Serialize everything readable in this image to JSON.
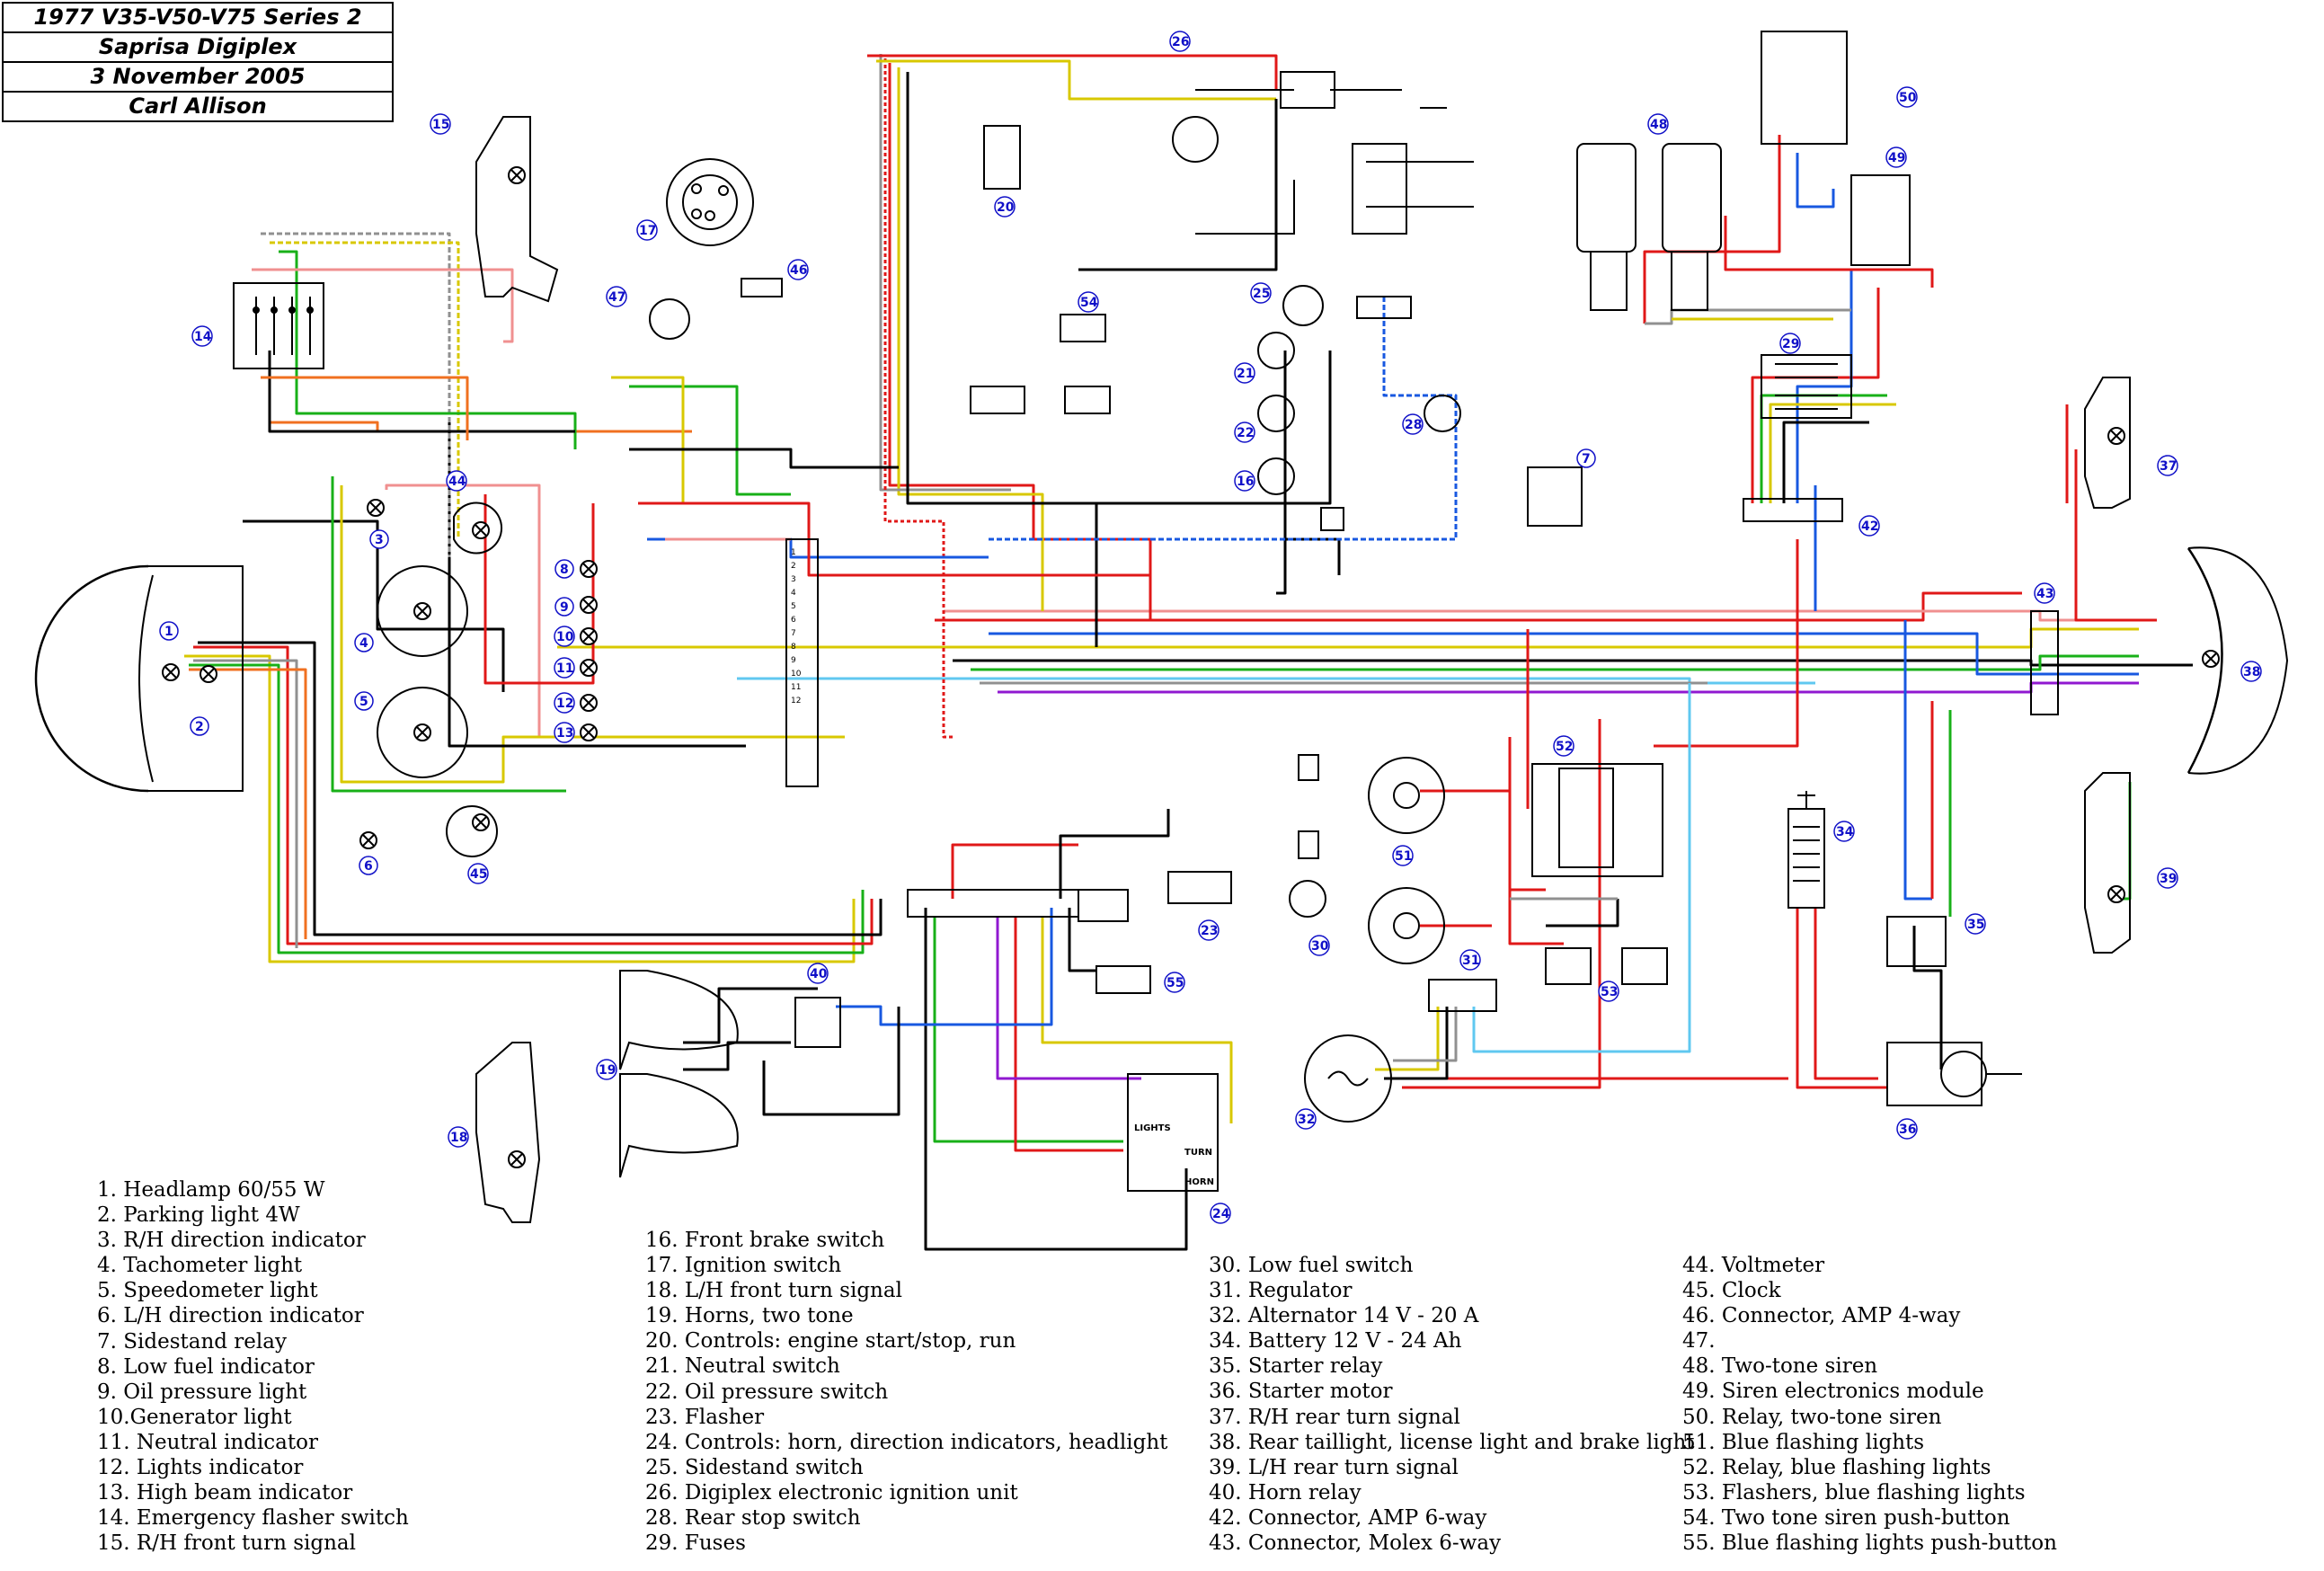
{
  "title_block": {
    "line1": "1977 V35-V50-V75 Series 2",
    "line2": "Saprisa Digiplex",
    "line3": "3 November 2005",
    "line4": "Carl Allison"
  },
  "component_numbers": {
    "c1": "1",
    "c2": "2",
    "c3": "3",
    "c4": "4",
    "c5": "5",
    "c6": "6",
    "c7": "7",
    "c8": "8",
    "c9": "9",
    "c10": "10",
    "c11": "11",
    "c12": "12",
    "c13": "13",
    "c14": "14",
    "c15": "15",
    "c16": "16",
    "c17": "17",
    "c18": "18",
    "c19": "19",
    "c20": "20",
    "c21": "21",
    "c22": "22",
    "c23": "23",
    "c24": "24",
    "c25": "25",
    "c26": "26",
    "c28": "28",
    "c29": "29",
    "c30": "30",
    "c31": "31",
    "c32": "32",
    "c34": "34",
    "c35": "35",
    "c36": "36",
    "c37": "37",
    "c38": "38",
    "c39": "39",
    "c40": "40",
    "c42": "42",
    "c43": "43",
    "c44": "44",
    "c45": "45",
    "c46": "46",
    "c47": "47",
    "c48": "48",
    "c49": "49",
    "c50": "50",
    "c51": "51",
    "c52": "52",
    "c53": "53",
    "c54": "54",
    "c55": "55"
  },
  "switch_labels": {
    "lights": "LIGHTS",
    "turn": "TURN",
    "horn": "HORN"
  },
  "wire_colors": {
    "red": "#e01818",
    "black": "#000000",
    "green": "#18b018",
    "yellow": "#d8c800",
    "blue": "#1858e0",
    "light_blue": "#60c8f0",
    "pink": "#f09090",
    "orange": "#f07020",
    "purple": "#9018d0",
    "grey": "#909090",
    "brown": "#8b4513"
  },
  "legend": {
    "col1": [
      " 1. Headlamp 60/55 W",
      " 2. Parking light 4W",
      " 3. R/H direction indicator",
      " 4. Tachometer light",
      " 5. Speedometer light",
      " 6. L/H direction indicator",
      " 7. Sidestand relay",
      " 8. Low fuel indicator",
      " 9. Oil pressure light",
      "10.Generator light",
      "11. Neutral indicator",
      "12. Lights indicator",
      "13. High beam indicator",
      "14. Emergency flasher switch",
      "15. R/H front turn signal"
    ],
    "col2": [
      "16. Front brake switch",
      "17. Ignition switch",
      "18. L/H front turn signal",
      "19. Horns, two tone",
      "20. Controls: engine start/stop, run",
      "21. Neutral switch",
      "22. Oil pressure switch",
      "23. Flasher",
      "24. Controls: horn, direction indicators, headlight",
      "25. Sidestand switch",
      "26. Digiplex electronic ignition unit",
      "28. Rear stop switch",
      "29. Fuses"
    ],
    "col3": [
      "30. Low fuel switch",
      "31. Regulator",
      "32. Alternator 14 V - 20 A",
      "34. Battery 12 V - 24 Ah",
      "35. Starter relay",
      "36. Starter motor",
      "37. R/H rear turn signal",
      "38. Rear taillight, license light and brake light",
      "39. L/H rear turn signal",
      "40. Horn relay",
      "42. Connector, AMP 6-way",
      "43. Connector, Molex 6-way"
    ],
    "col4": [
      "44. Voltmeter",
      "45. Clock",
      "46. Connector, AMP 4-way",
      "47.",
      "48. Two-tone siren",
      "49. Siren electronics module",
      "50. Relay, two-tone siren",
      "51. Blue flashing lights",
      "52. Relay, blue flashing lights",
      "53. Flashers, blue flashing lights",
      "54. Two tone siren push-button",
      "55. Blue flashing lights push-button"
    ]
  }
}
